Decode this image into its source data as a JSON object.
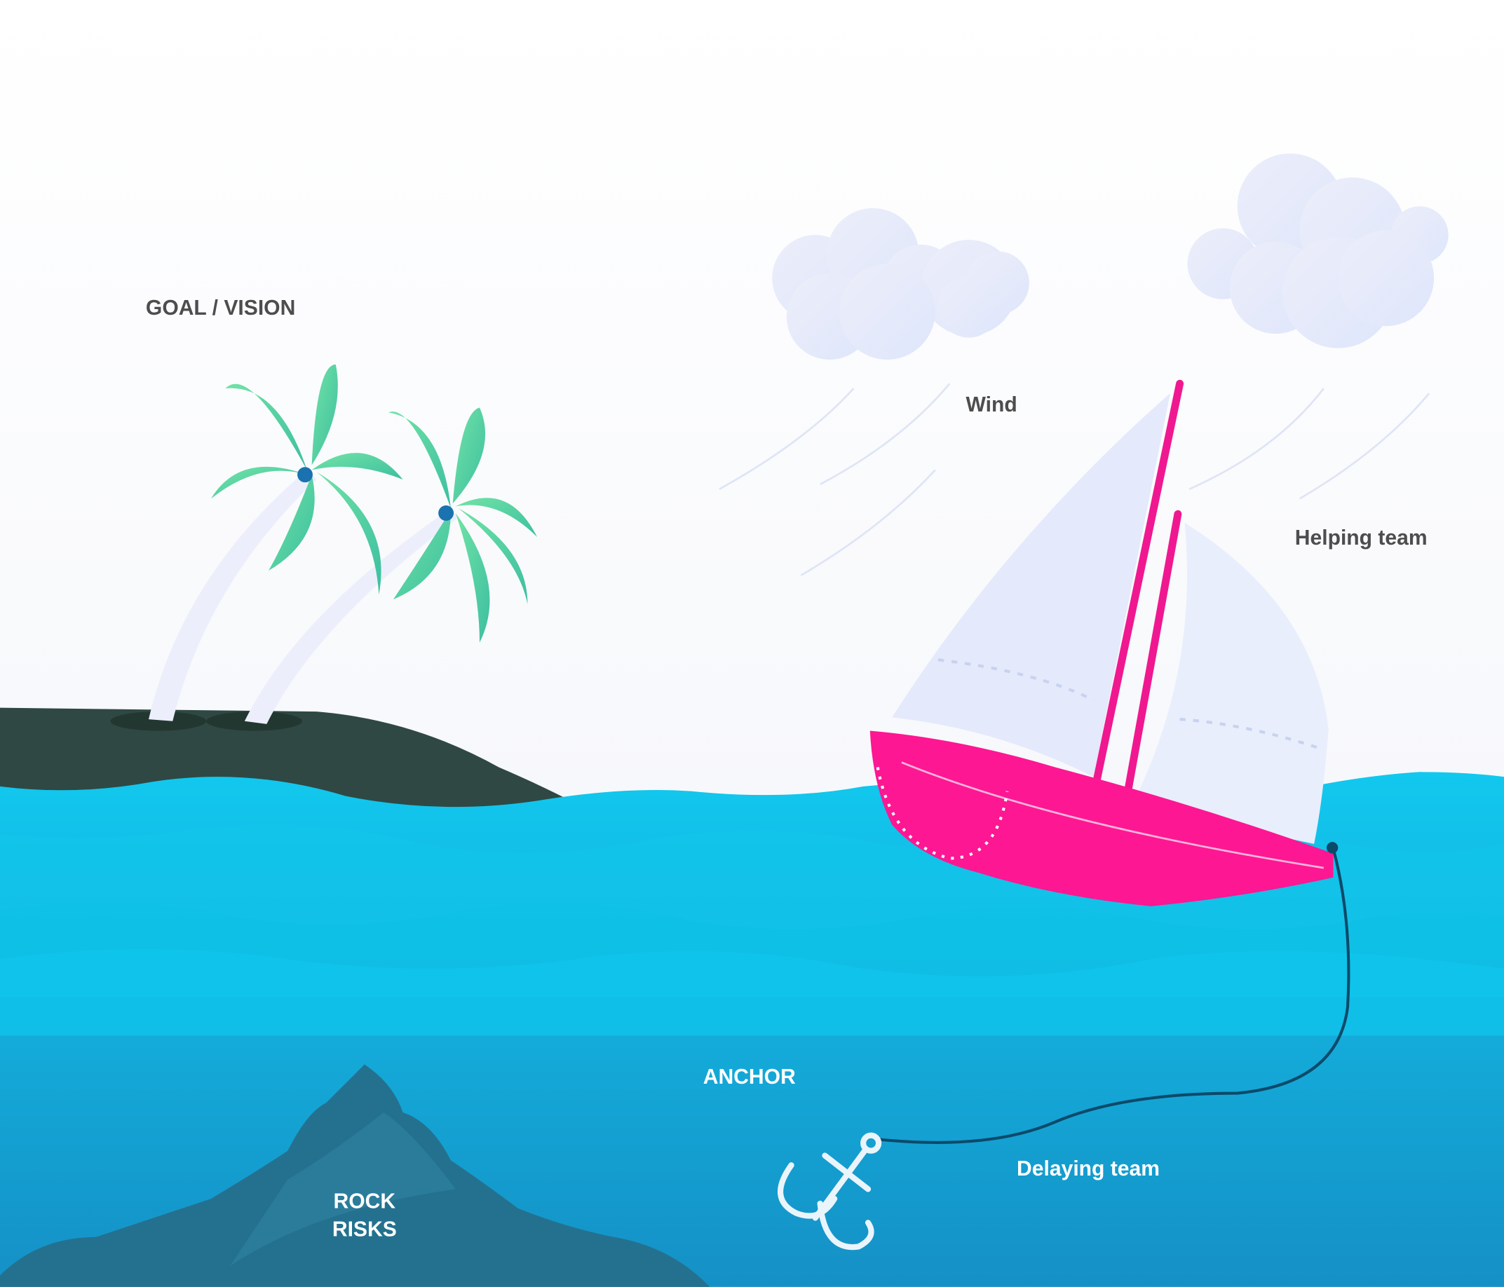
{
  "labels": {
    "goal": "GOAL / VISION",
    "wind": "Wind",
    "helping": "Helping team",
    "anchor": "ANCHOR",
    "delaying": "Delaying team",
    "rock_line1": "ROCK",
    "rock_line2": "RISKS"
  },
  "colors": {
    "boat": "#fd1793",
    "sea": "#12c3e8",
    "deep_sea": "#1594c9",
    "island": "#2f4843",
    "rock": "#24718f",
    "sail": "#e4e9fb",
    "palm_leaves": "#5cd6a2",
    "rope": "#0c4a6a"
  }
}
